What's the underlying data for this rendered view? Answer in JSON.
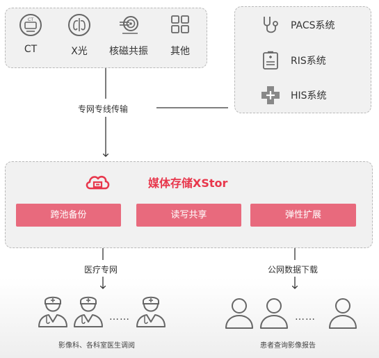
{
  "devices": {
    "items": [
      {
        "label": "CT",
        "icon": "ct-scanner-icon"
      },
      {
        "label": "X光",
        "icon": "xray-chest-icon"
      },
      {
        "label": "核磁共振",
        "icon": "mri-scanner-icon"
      },
      {
        "label": "其他",
        "icon": "grid-apps-icon"
      }
    ]
  },
  "systems": {
    "items": [
      {
        "label": "PACS系统",
        "icon": "stethoscope-icon"
      },
      {
        "label": "RIS系统",
        "icon": "clipboard-icon"
      },
      {
        "label": "HIS系统",
        "icon": "medical-cross-icon"
      }
    ]
  },
  "edges": {
    "dedicated_line": "专网专线传输",
    "medical_network": "医疗专网",
    "public_download": "公网数据下载"
  },
  "xstor": {
    "title": "媒体存储XStor",
    "logo_icon": "cloud-storage-icon",
    "features": [
      "跨池备份",
      "读写共享",
      "弹性扩展"
    ]
  },
  "consumers": {
    "doctors_caption": "影像科、各科室医生调阅",
    "patients_caption": "患者查询影像报告",
    "ellipsis": "……"
  },
  "colors": {
    "accent": "#e8374c",
    "pill": "#e86a7d",
    "box_bg": "#f1f1f1",
    "icon_gray": "#666666"
  }
}
